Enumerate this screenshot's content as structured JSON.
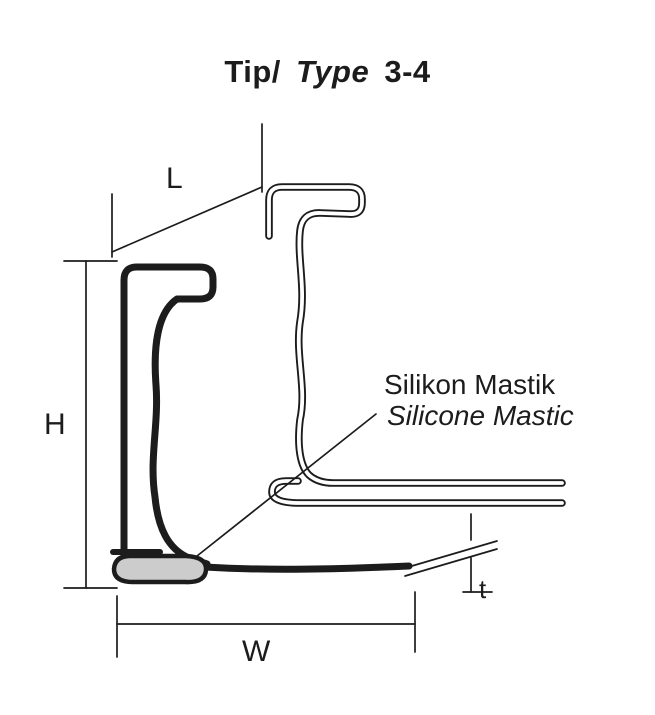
{
  "title": {
    "tip": "Tip/",
    "type": "Type",
    "number": "3-4"
  },
  "dimensions": {
    "L": "L",
    "H": "H",
    "W": "W",
    "t": "t"
  },
  "annotation": {
    "line1": "Silikon Mastik",
    "line2": "Silicone Mastic"
  },
  "colors": {
    "line": "#1c1c1c",
    "mastic_fill": "#cccccc",
    "background": "#ffffff"
  }
}
